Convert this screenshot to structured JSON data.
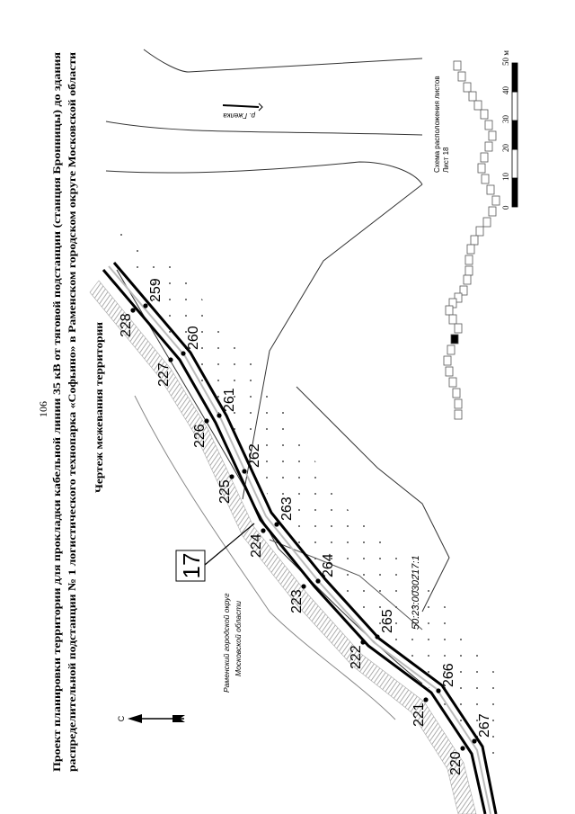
{
  "page_number": "106",
  "title": {
    "line1": "Проект планировки территории для прокладки кабельной линии 35 кВ от тяговой подстанции (станция Бронницы) до здания",
    "line2": "распределительной подстанции № 1 логистического технопарка «Софьино» в Раменском городском округе Московской области"
  },
  "subtitle": "Чертеж межевания территории",
  "map": {
    "river_label": "р. Гжелка",
    "district_label_line1": "Раменский городской округ",
    "district_label_line2": "Московской области",
    "parcel_number": "50:23:0030217:1",
    "sheet_callout": "17",
    "north_label": "С",
    "points_left": [
      "228",
      "227",
      "226",
      "225",
      "224",
      "223",
      "222",
      "221",
      "220"
    ],
    "points_right": [
      "259",
      "260",
      "261",
      "262",
      "263",
      "264",
      "265",
      "266",
      "267"
    ]
  },
  "inset": {
    "title": "Схема расположения листов",
    "sheet": "Лист 18"
  },
  "scale_bar": {
    "ticks": [
      "0",
      "10",
      "20",
      "30",
      "40",
      "50 м"
    ]
  }
}
